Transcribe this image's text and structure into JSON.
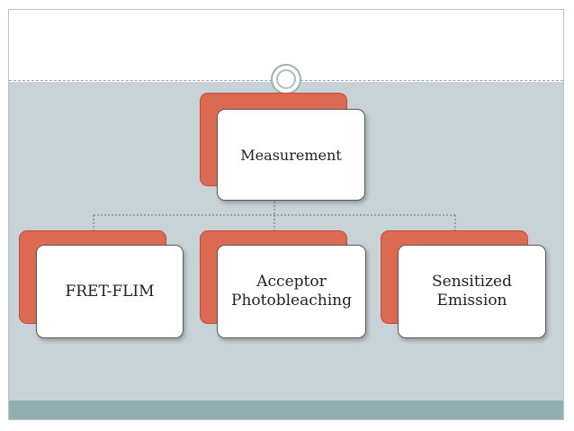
{
  "diagram": {
    "root": {
      "label": "Measurement"
    },
    "children": [
      {
        "label": "FRET-FLIM"
      },
      {
        "label": "Acceptor\nPhotobleaching"
      },
      {
        "label": "Sensitized\nEmission"
      }
    ]
  },
  "colors": {
    "accent": "#dc6a53",
    "content_background": "#c8d3d8",
    "footer_band": "#90aeb0",
    "card_fill": "#ffffff"
  }
}
